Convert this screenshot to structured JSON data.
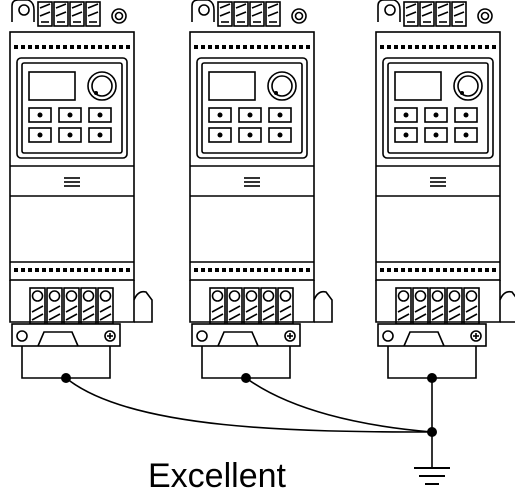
{
  "caption": "Excellent",
  "drives": [
    {
      "id": "drive-1"
    },
    {
      "id": "drive-2"
    },
    {
      "id": "drive-3"
    }
  ],
  "colors": {
    "line": "#000000",
    "background": "#ffffff",
    "fill_light": "#ffffff"
  },
  "icons": {
    "ground": "ground-icon",
    "junction": "junction-dot-icon",
    "knob": "dial-knob-icon"
  }
}
